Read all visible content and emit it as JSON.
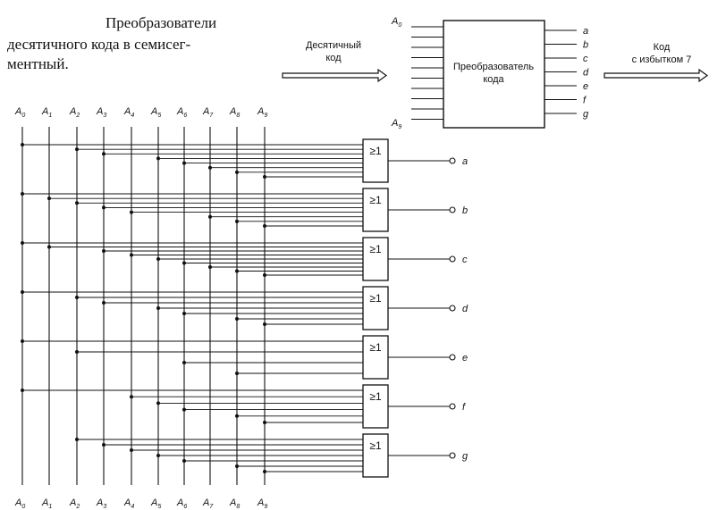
{
  "title": {
    "line1": "Преобразователи",
    "line2": "десятичного кода в семисег-",
    "line3": "ментный."
  },
  "block": {
    "label_line1": "Преобразователь",
    "label_line2": "кода",
    "input_top_label": "A0",
    "input_bottom_label": "A9",
    "input_count": 10,
    "outputs": [
      "a",
      "b",
      "c",
      "d",
      "e",
      "f",
      "g"
    ],
    "input_arrow_line1": "Десятичный",
    "input_arrow_line2": "код",
    "output_arrow_line1": "Код",
    "output_arrow_line2": "с избытком 7"
  },
  "circuit": {
    "inputs": [
      "A0",
      "A1",
      "A2",
      "A3",
      "A4",
      "A5",
      "A6",
      "A7",
      "A8",
      "A9"
    ],
    "gate_symbol": "≥1",
    "outputs": [
      "a",
      "b",
      "c",
      "d",
      "e",
      "f",
      "g"
    ],
    "gate_inputs": {
      "a": [
        "A0",
        "A2",
        "A3",
        "A5",
        "A6",
        "A7",
        "A8",
        "A9"
      ],
      "b": [
        "A0",
        "A1",
        "A2",
        "A3",
        "A4",
        "A7",
        "A8",
        "A9"
      ],
      "c": [
        "A0",
        "A1",
        "A3",
        "A4",
        "A5",
        "A6",
        "A7",
        "A8",
        "A9"
      ],
      "d": [
        "A0",
        "A2",
        "A3",
        "A5",
        "A6",
        "A8",
        "A9"
      ],
      "e": [
        "A0",
        "A2",
        "A6",
        "A8"
      ],
      "f": [
        "A0",
        "A4",
        "A5",
        "A6",
        "A8",
        "A9"
      ],
      "g": [
        "A2",
        "A3",
        "A4",
        "A5",
        "A6",
        "A8",
        "A9"
      ]
    }
  }
}
